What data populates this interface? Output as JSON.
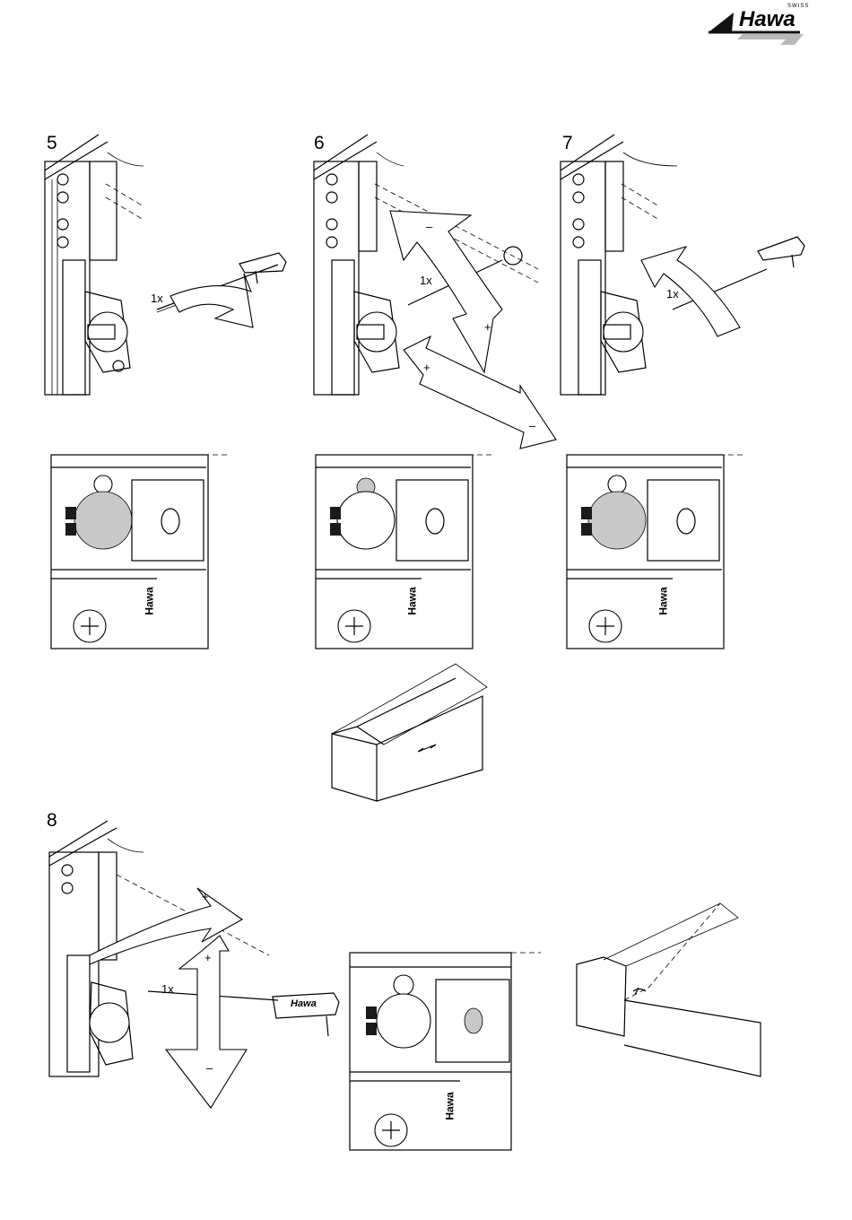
{
  "brand": {
    "name": "Hawa",
    "tagline": "SWISS"
  },
  "steps": [
    {
      "number": "5",
      "key_label": "1x"
    },
    {
      "number": "6",
      "key_label": "1x",
      "plus": "+",
      "minus": "–"
    },
    {
      "number": "7",
      "key_label": "1x"
    },
    {
      "number": "8",
      "key_label": "1x",
      "plus": "+",
      "minus": "–"
    }
  ],
  "key_tool_text": "Hawa",
  "detail_logo_text": "Hawa",
  "colors": {
    "line": "#000000",
    "fill_grey": "#c8c8c8",
    "dark": "#1a1a1a"
  }
}
